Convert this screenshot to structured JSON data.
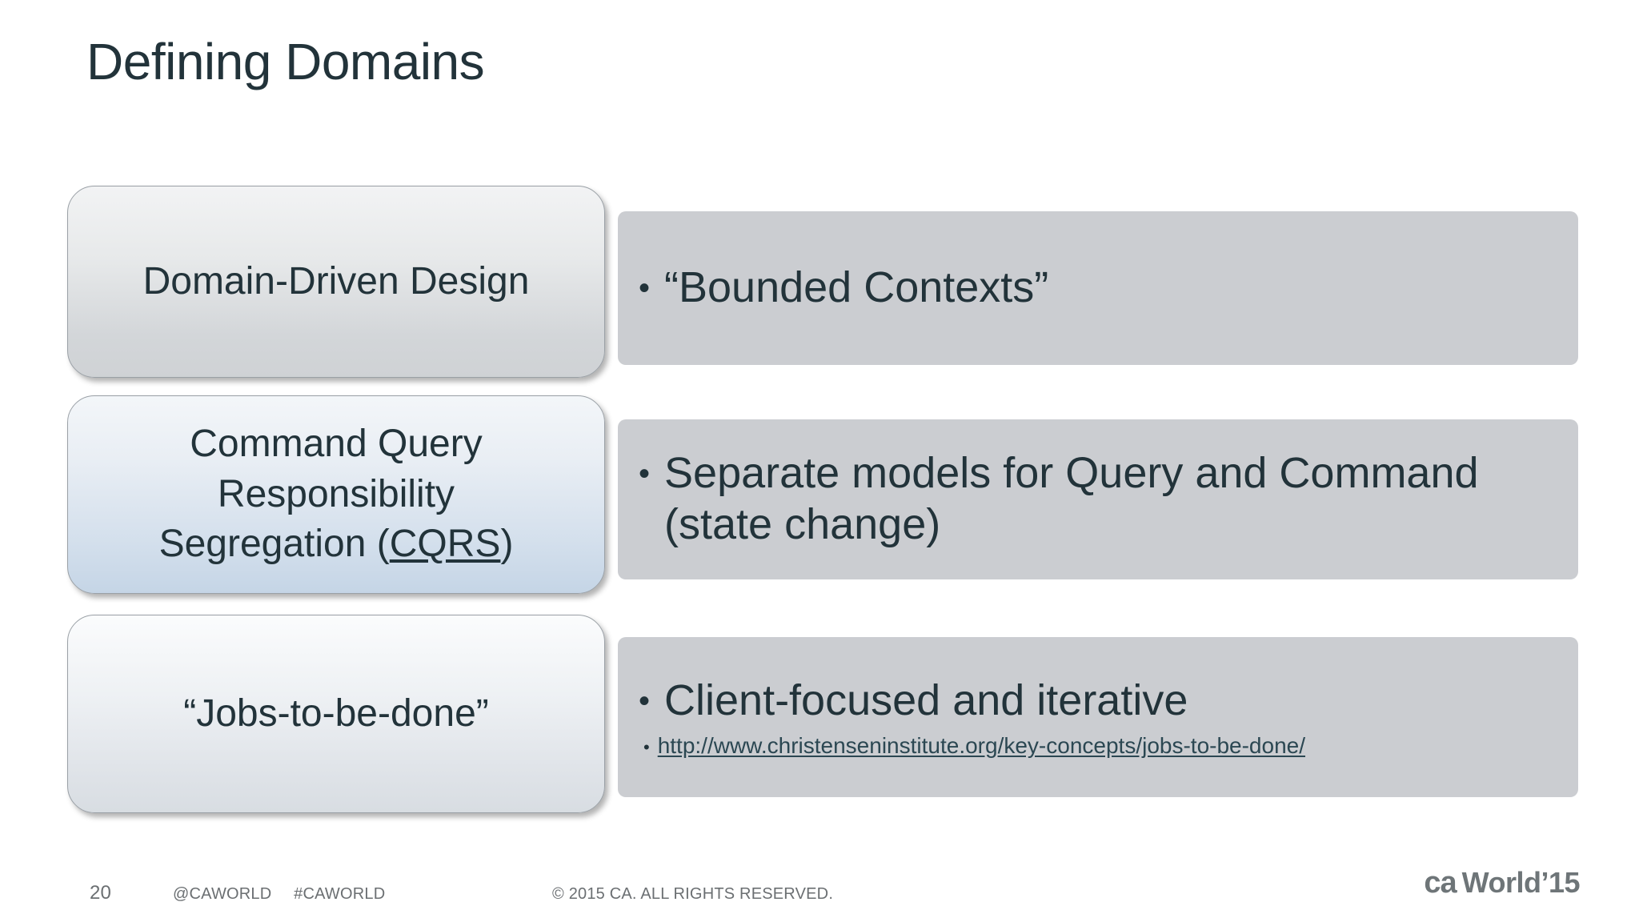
{
  "slide": {
    "title": "Defining Domains",
    "rows": [
      {
        "chip_label": "Domain-Driven Design",
        "bullets": [
          {
            "marker": "•",
            "text": "“Bounded Contexts”",
            "kind": "main"
          }
        ]
      },
      {
        "chip_label_line1": "Command Query",
        "chip_label_line2": "Responsibility",
        "chip_label_line3_prefix": "Segregation (",
        "chip_label_link": "CQRS",
        "chip_label_line3_suffix": ")",
        "bullets": [
          {
            "marker": "•",
            "text": "Separate models for Query and Command (state change)",
            "kind": "main"
          }
        ]
      },
      {
        "chip_label": "“Jobs-to-be-done”",
        "bullets": [
          {
            "marker": "•",
            "text": "Client-focused and iterative",
            "kind": "main"
          },
          {
            "marker": "•",
            "text": "http://www.christenseninstitute.org/key-concepts/jobs-to-be-done/",
            "kind": "sub-link"
          }
        ]
      }
    ]
  },
  "footer": {
    "page_number": "20",
    "twitter_handle": "@CAWORLD",
    "hashtag": "#CAWORLD",
    "copyright": "© 2015 CA. ALL RIGHTS RESERVED.",
    "logo_ca": "ca",
    "logo_world": "World",
    "logo_year": "’15"
  },
  "colors": {
    "text_dark": "#22333a",
    "panel_gray": "#cbcdd1",
    "footer_gray": "#6b6f72",
    "link": "#2b4752"
  }
}
